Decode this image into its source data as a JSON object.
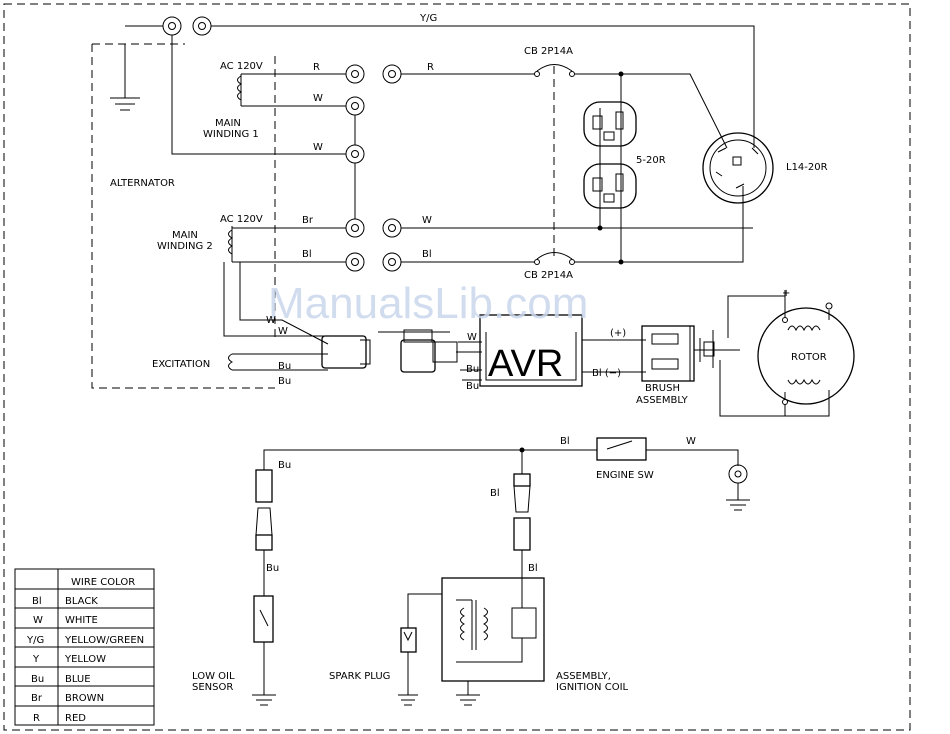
{
  "watermark": "ManualsLib.com",
  "labels": {
    "yg_top": "Y/G",
    "r1": "R",
    "r2": "R",
    "ac1": "AC  120V",
    "mw1": "MAIN",
    "mw1b": "WINDING 1",
    "w1": "W",
    "w2": "W",
    "alternator": "ALTERNATOR",
    "ac2": "AC  120V",
    "mw2": "MAIN",
    "mw2b": "WINDING 2",
    "br": "Br",
    "w3": "W",
    "bl1": "Bl",
    "bl2": "Bl",
    "cb_top": "CB  2P14A",
    "cb_bot": "CB  2P14A",
    "r520": "5-20R",
    "l1420": "L14-20R",
    "excitation": "EXCITATION",
    "w_exc1": "W",
    "w_exc2": "W",
    "bu_exc1": "Bu",
    "bu_exc2": "Bu",
    "w_avr": "W",
    "bu_avr1": "Bu",
    "bu_avr2": "Bu",
    "avr": "AVR",
    "pos": "(+)",
    "neg": "Bl  (−)",
    "brush1": "BRUSH",
    "brush2": "ASSEMBLY",
    "rotor": "ROTOR",
    "plus": "+",
    "bl_bus": "Bl",
    "w_bus": "W",
    "engine_sw": "ENGINE  SW",
    "bu_oil1": "Bu",
    "bu_oil2": "Bu",
    "bl_ign1": "Bl",
    "bl_ign2": "Bl",
    "low_oil1": "LOW OIL",
    "low_oil2": "SENSOR",
    "spark": "SPARK  PLUG",
    "ign1": "ASSEMBLY,",
    "ign2": "IGNITION  COIL"
  },
  "legend": {
    "header": "WIRE  COLOR",
    "rows": [
      {
        "code": "Bl",
        "color": "BLACK"
      },
      {
        "code": "W",
        "color": "WHITE"
      },
      {
        "code": "Y/G",
        "color": "YELLOW/GREEN"
      },
      {
        "code": "Y",
        "color": "YELLOW"
      },
      {
        "code": "Bu",
        "color": "BLUE"
      },
      {
        "code": "Br",
        "color": "BROWN"
      },
      {
        "code": "R",
        "color": "RED"
      }
    ]
  }
}
